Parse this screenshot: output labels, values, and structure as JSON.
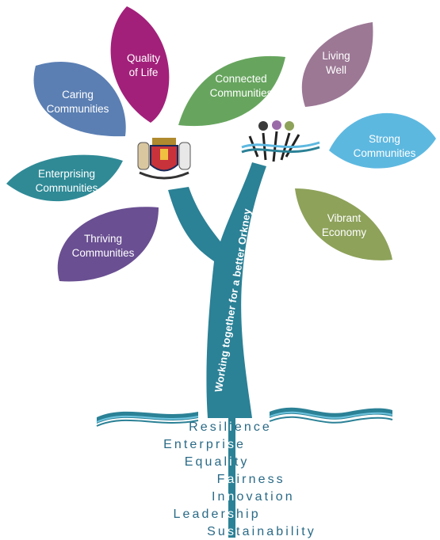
{
  "leaves": [
    {
      "id": "caring",
      "lines": [
        "Caring",
        "Communities"
      ],
      "color": "#5b7fb3"
    },
    {
      "id": "quality",
      "lines": [
        "Quality",
        "of Life"
      ],
      "color": "#a2207a"
    },
    {
      "id": "connected",
      "lines": [
        "Connected",
        "Communities"
      ],
      "color": "#67a55e"
    },
    {
      "id": "living",
      "lines": [
        "Living",
        "Well"
      ],
      "color": "#9c7895"
    },
    {
      "id": "strong",
      "lines": [
        "Strong",
        "Communities"
      ],
      "color": "#5db8e0"
    },
    {
      "id": "enterprising",
      "lines": [
        "Enterprising",
        "Communities"
      ],
      "color": "#2f8a96"
    },
    {
      "id": "thriving",
      "lines": [
        "Thriving",
        "Communities"
      ],
      "color": "#6a4f92"
    },
    {
      "id": "vibrant",
      "lines": [
        "Vibrant",
        "Economy"
      ],
      "color": "#8ea25a"
    }
  ],
  "trunk": {
    "text": "Working together for a better Orkney",
    "color": "#2b8196"
  },
  "values": [
    {
      "before": "Resil",
      "highlight": "i",
      "after": "ence"
    },
    {
      "before": "Enterpri",
      "highlight": "s",
      "after": "e"
    },
    {
      "before": "Equal",
      "highlight": "i",
      "after": "ty"
    },
    {
      "before": "F",
      "highlight": "a",
      "after": "irness"
    },
    {
      "before": "In",
      "highlight": "n",
      "after": "ovation"
    },
    {
      "before": "Leader",
      "highlight": "s",
      "after": "hip"
    },
    {
      "before": "Su",
      "highlight": "s",
      "after": "tainability"
    }
  ],
  "colors": {
    "value_text": "#2a6a86",
    "value_highlight_bar": "#2b8196",
    "wave_dark": "#2b8196",
    "wave_light": "#6fc4de"
  },
  "icons": [
    "orkney-coat-of-arms-icon",
    "community-figures-logo-icon"
  ]
}
